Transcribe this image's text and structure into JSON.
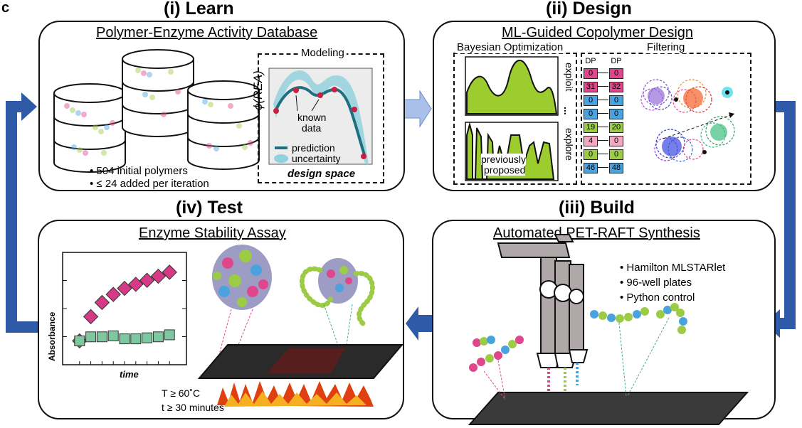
{
  "figure_label": "c",
  "learn": {
    "phase_title": "(i) Learn",
    "subtitle": "Polymer-Enzyme Activity Database",
    "bullets": [
      "• 504 initial polymers",
      "• ≤ 24 added per iteration"
    ],
    "modeling": {
      "title": "Modeling",
      "ylabel": "ϕ(REA)",
      "xlabel": "design space",
      "annotation": [
        "known",
        "data"
      ],
      "legend": [
        "prediction",
        "uncertainty"
      ]
    }
  },
  "design": {
    "phase_title": "(ii) Design",
    "subtitle": "ML-Guided Copolymer Design",
    "bayes_title": "Bayesian Optimization",
    "filter_title": "Filtering",
    "exploit": "exploit",
    "explore": "explore",
    "ellipsis": "...",
    "previously": [
      "previously",
      "proposed"
    ],
    "dp_header": "DP",
    "dp_left": [
      "0",
      "31",
      "0",
      "0",
      "19",
      "4",
      "0",
      "46"
    ],
    "dp_right": [
      "0",
      "32",
      "0",
      "0",
      "20",
      "0",
      "0",
      "48"
    ],
    "dp_colors": [
      "#e0468c",
      "#e0468c",
      "#4aa3df",
      "#4aa3df",
      "#9ccc45",
      "#f4a8c4",
      "#9ccc45",
      "#4aa3df"
    ]
  },
  "build": {
    "phase_title": "(iii) Build",
    "subtitle": "Automated PET-RAFT Synthesis",
    "bullets": [
      "• Hamilton MLSTARlet",
      "• 96-well plates",
      "• Python control"
    ]
  },
  "test": {
    "phase_title": "(iv) Test",
    "subtitle": "Enzyme Stability Assay",
    "chart_ylabel": "Absorbance",
    "chart_xlabel": "time",
    "conditions": [
      "T ≥ 60˚C",
      "t ≥ 30 minutes"
    ]
  },
  "chart_data": {
    "type": "scatter",
    "title": "",
    "xlabel": "time",
    "ylabel": "Absorbance",
    "series": [
      {
        "name": "",
        "marker": "diamond",
        "color": "#d63a86",
        "x": [
          1,
          2,
          3,
          4,
          5,
          6,
          7,
          8,
          9
        ],
        "y": [
          0.18,
          0.42,
          0.56,
          0.64,
          0.7,
          0.74,
          0.78,
          0.82,
          0.86
        ]
      },
      {
        "name": "",
        "marker": "square",
        "color": "#7dc8a0",
        "x": [
          1,
          2,
          3,
          4,
          5,
          6,
          7,
          8,
          9
        ],
        "y": [
          0.18,
          0.22,
          0.22,
          0.23,
          0.2,
          0.2,
          0.21,
          0.22,
          0.24
        ]
      }
    ],
    "xlim": [
      0,
      10
    ],
    "ylim": [
      0,
      1
    ]
  },
  "colors": {
    "cycle_arrow": "#2f5aa8",
    "cycle_arrow_light": "#a9c1ea",
    "panel_border": "#111111",
    "lime": "#9ccc2e",
    "teal": "#1e6f80",
    "uncertainty": "#8fd1dd"
  }
}
